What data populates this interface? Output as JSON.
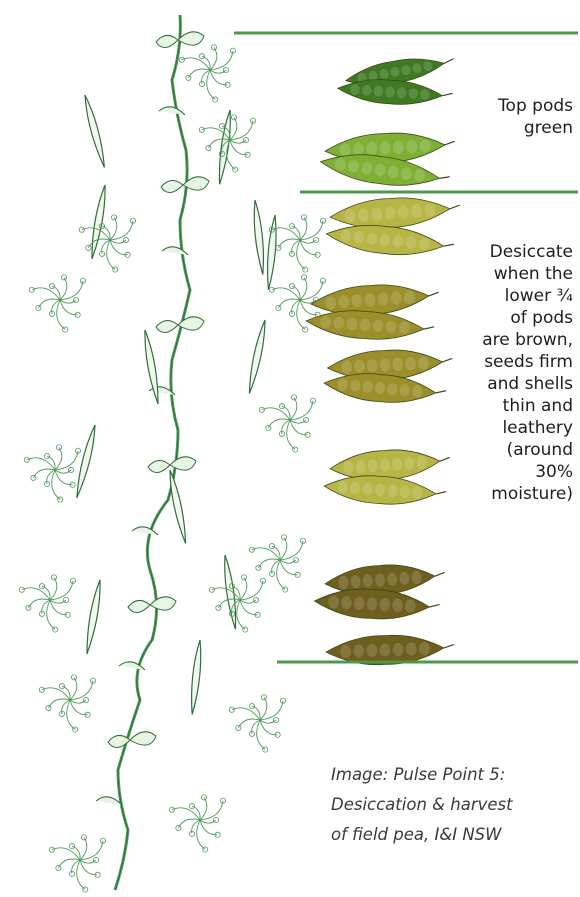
{
  "labels": {
    "top_pods": [
      "Top pods",
      "green"
    ],
    "desiccate": [
      "Desiccate",
      "when the",
      "lower ¾",
      "of pods",
      "are brown,",
      "seeds firm",
      "and shells",
      "thin and",
      "leathery",
      "(around",
      "30%",
      "moisture)"
    ]
  },
  "caption": [
    "Image: Pulse Point 5:",
    "Desiccation & harvest",
    "of field pea, I&I NSW"
  ],
  "colors": {
    "divider": "#4a9a4a",
    "stem": "#4f9a5a",
    "stem_dark": "#2f6e3c",
    "pod_green_dark": "#3f7a22",
    "pod_green": "#7fb035",
    "pod_yellow": "#b7b545",
    "pod_olive": "#9a8f2a",
    "pod_brown": "#6e5f1e"
  },
  "pods": [
    {
      "shade": "pod_green_dark"
    },
    {
      "shade": "pod_green_dark"
    },
    {
      "shade": "pod_green"
    },
    {
      "shade": "pod_green"
    },
    {
      "shade": "pod_yellow"
    },
    {
      "shade": "pod_yellow"
    },
    {
      "shade": "pod_olive"
    },
    {
      "shade": "pod_olive"
    },
    {
      "shade": "pod_olive"
    },
    {
      "shade": "pod_olive"
    },
    {
      "shade": "pod_yellow"
    },
    {
      "shade": "pod_yellow"
    },
    {
      "shade": "pod_brown"
    },
    {
      "shade": "pod_brown"
    },
    {
      "shade": "pod_brown"
    }
  ]
}
